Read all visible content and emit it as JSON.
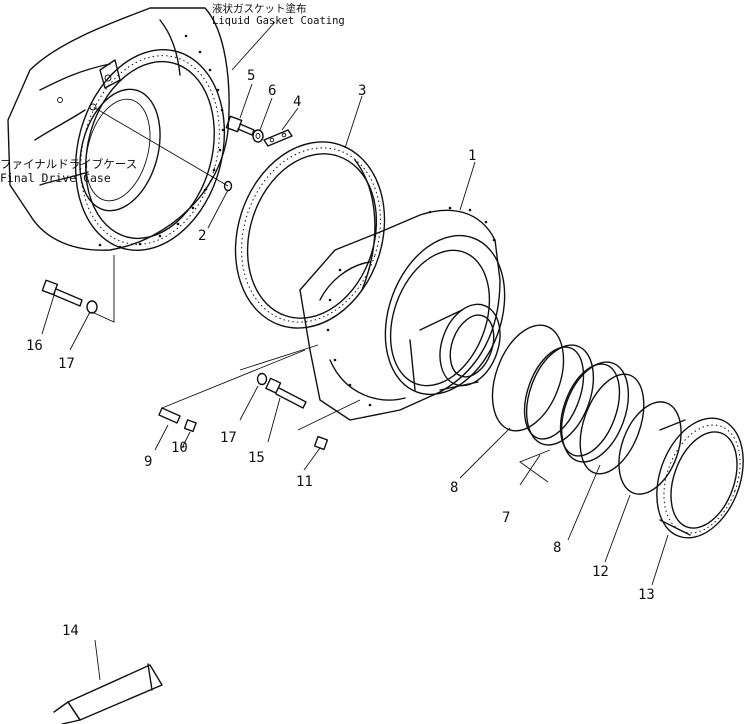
{
  "annotations": {
    "gasket_jp": "液状ガスケット塗布",
    "gasket_en": "Liquid  Gasket  Coating",
    "case_jp": "ファイナルドライブケース",
    "case_en": "Final Drive Case"
  },
  "callouts": [
    "1",
    "2",
    "3",
    "4",
    "5",
    "6",
    "7",
    "8",
    "8",
    "9",
    "10",
    "11",
    "12",
    "13",
    "14",
    "15",
    "16",
    "17",
    "17"
  ]
}
